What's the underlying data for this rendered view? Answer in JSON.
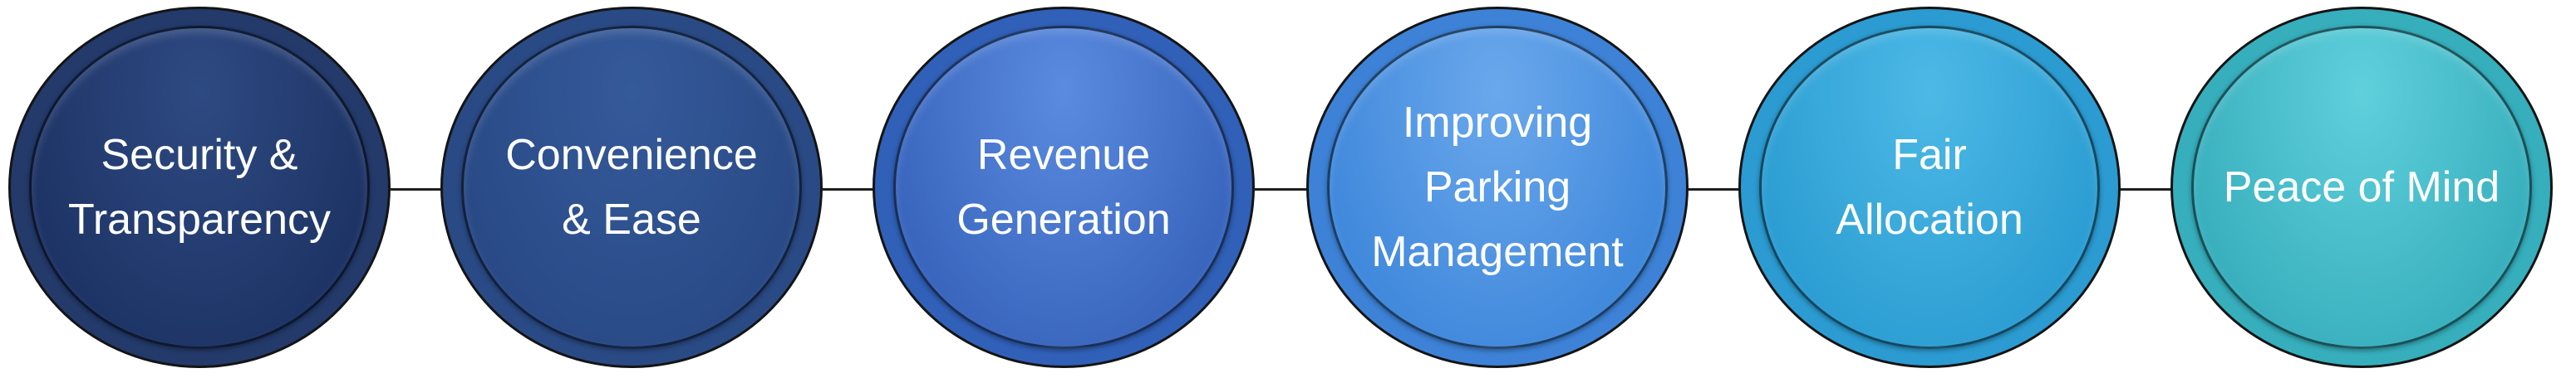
{
  "diagram": {
    "items": [
      {
        "label": "Security &\nTransparency",
        "outer": "#233a6b",
        "inner_top": "#2e4a82",
        "inner_bottom": "#1e3466"
      },
      {
        "label": "Convenience\n& Ease",
        "outer": "#2a4a85",
        "inner_top": "#355a9a",
        "inner_bottom": "#294a86"
      },
      {
        "label": "Revenue\nGeneration",
        "outer": "#3060b8",
        "inner_top": "#5a8be0",
        "inner_bottom": "#3a66be"
      },
      {
        "label": "Improving\nParking\nManagement",
        "outer": "#3d82d6",
        "inner_top": "#6aa8ec",
        "inner_bottom": "#4189dc"
      },
      {
        "label": "Fair\nAllocation",
        "outer": "#2b9bd1",
        "inner_top": "#4cb9e6",
        "inner_bottom": "#2d9ed3"
      },
      {
        "label": "Peace of Mind",
        "outer": "#36aebc",
        "inner_top": "#5fd0dc",
        "inner_bottom": "#3ab0be"
      }
    ]
  }
}
